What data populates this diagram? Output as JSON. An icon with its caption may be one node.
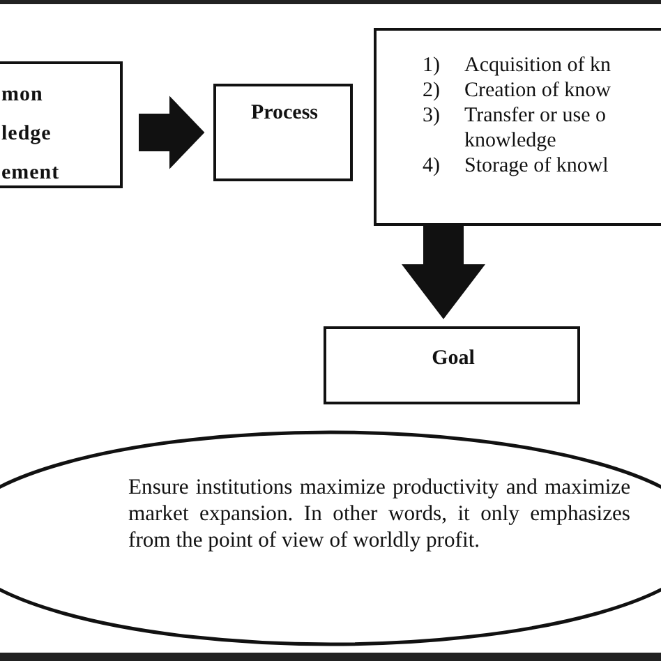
{
  "diagram": {
    "nodes": [
      {
        "text": [
          "mon ledge ement"
        ]
      },
      {
        "text": [
          "Process"
        ]
      },
      {
        "text": [
          "1) Acquisition of kn",
          "2) Creation of know",
          "3) Transfer or use o knowledge",
          "4) Storage of knowl"
        ]
      },
      {
        "text": [
          "Goal"
        ]
      },
      {
        "text": [
          "Ensure institutions maximize productivity and maximize market expansion. In other words, it only emphasizes from the point of view of worldly profit."
        ]
      }
    ],
    "edges": [
      {
        "from": 0,
        "to": 1,
        "arrow": "to",
        "style": "thick"
      },
      {
        "from": 2,
        "to": 3,
        "arrow": "to",
        "style": "thick"
      }
    ]
  }
}
